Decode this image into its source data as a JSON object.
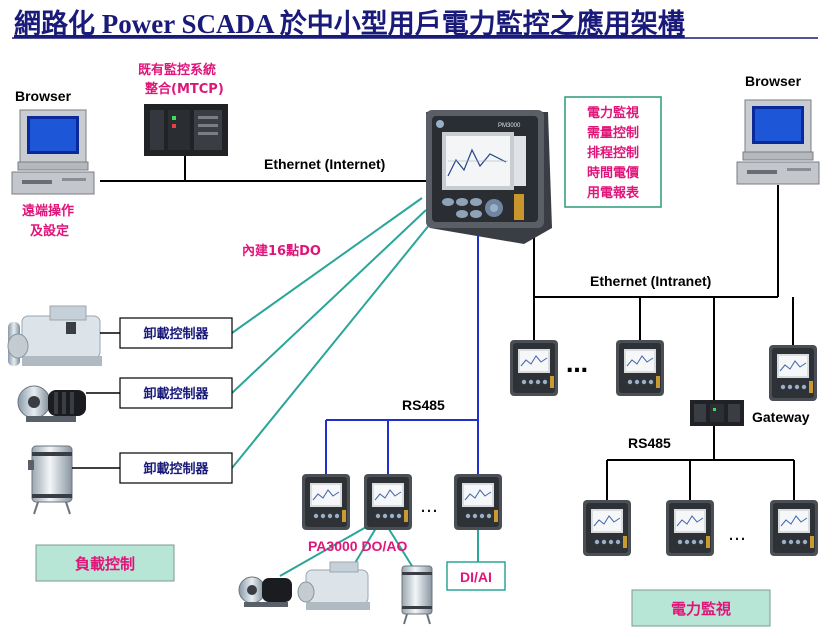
{
  "title": "網路化 Power SCADA 於中小型用戶電力監控之應用架構",
  "left_browser": {
    "label": "Browser",
    "caption_lines": [
      "遠端操作",
      "及設定"
    ]
  },
  "right_browser": {
    "label": "Browser"
  },
  "existing_system": {
    "caption_lines": [
      "既有監控系統",
      "整合(MTCP)"
    ]
  },
  "main_meter": {
    "model": "PM3000"
  },
  "feature_box": {
    "lines": [
      "電力監視",
      "需量控制",
      "排程控制",
      "時間電價",
      "用電報表"
    ]
  },
  "ethernet_internet": "Ethernet (Internet)",
  "ethernet_intranet": "Ethernet (Intranet)",
  "builtin_do": "內建16點DO",
  "load_controllers": [
    "卸載控制器",
    "卸載控制器",
    "卸載控制器"
  ],
  "rs485_left": "RS485",
  "rs485_right": "RS485",
  "ellipsis": "…",
  "pa3000_label": "PA3000 DO/AO",
  "diai_label": "DI/AI",
  "gateway_label": "Gateway",
  "load_control_box": "負載控制",
  "power_monitor_box": "電力監視",
  "colors": {
    "title": "#1a1a7a",
    "magenta": "#e0157a",
    "teal_line": "#2aa59a",
    "blue_line": "#1f2fd0",
    "green_box": "#b8e6d6",
    "feature_border": "#2a9a7a"
  }
}
